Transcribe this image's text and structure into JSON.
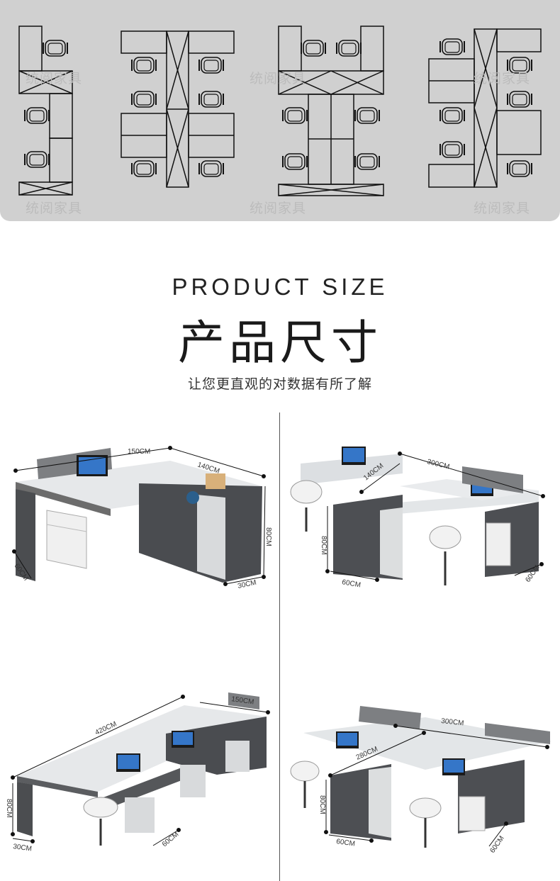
{
  "watermark": "统阅家具",
  "heading": {
    "english": "PRODUCT SIZE",
    "chinese": "产品尺寸",
    "subtitle": "让您更直观的对数据有所了解"
  },
  "products": [
    {
      "dims": [
        "150CM",
        "140CM",
        "80CM",
        "60CM",
        "30CM"
      ]
    },
    {
      "dims": [
        "300CM",
        "140CM",
        "80CM",
        "60CM",
        "60CM"
      ]
    },
    {
      "dims": [
        "420CM",
        "150CM",
        "80CM",
        "30CM",
        "60CM"
      ]
    },
    {
      "dims": [
        "300CM",
        "280CM",
        "80CM",
        "60CM",
        "60CM"
      ]
    }
  ]
}
